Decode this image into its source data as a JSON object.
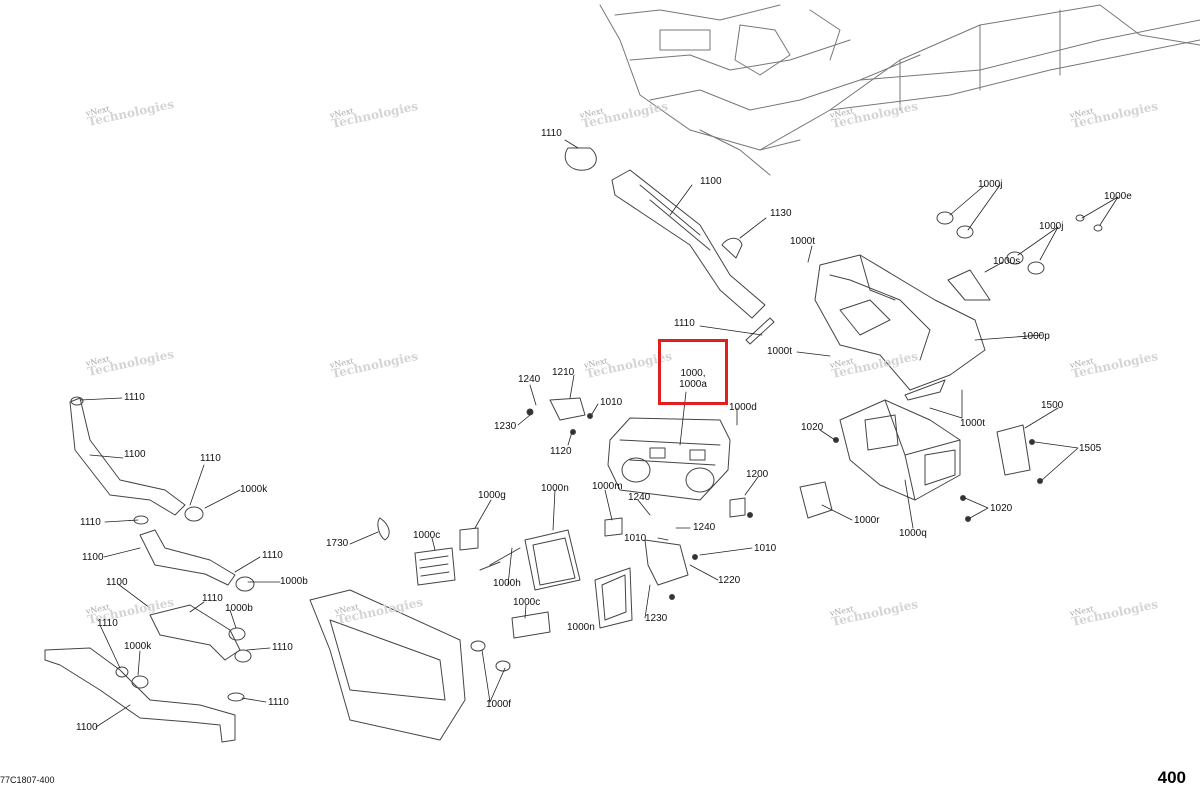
{
  "diagram": {
    "highlight_label": "1000,\n1000a",
    "watermark": {
      "line1": "vNext",
      "line2": "Technologies"
    },
    "watermarks": [
      1,
      2,
      3,
      4,
      5,
      6,
      7,
      8,
      9,
      10,
      11,
      12,
      13,
      14
    ],
    "callouts": [
      {
        "id": "c1110a",
        "text": "1110"
      },
      {
        "id": "c1100a",
        "text": "1100"
      },
      {
        "id": "c1130",
        "text": "1130"
      },
      {
        "id": "c1110b",
        "text": "1110"
      },
      {
        "id": "c1000t_a",
        "text": "1000t"
      },
      {
        "id": "c1000t_b",
        "text": "1000t"
      },
      {
        "id": "c1000t_c",
        "text": "1000t"
      },
      {
        "id": "c1000j_a",
        "text": "1000j"
      },
      {
        "id": "c1000j_b",
        "text": "1000j"
      },
      {
        "id": "c1000e",
        "text": "1000e"
      },
      {
        "id": "c1000s",
        "text": "1000s"
      },
      {
        "id": "c1000p",
        "text": "1000p"
      },
      {
        "id": "c1240a",
        "text": "1240"
      },
      {
        "id": "c1210",
        "text": "1210"
      },
      {
        "id": "c1010a",
        "text": "1010"
      },
      {
        "id": "c1230a",
        "text": "1230"
      },
      {
        "id": "c1120",
        "text": "1120"
      },
      {
        "id": "c1000d",
        "text": "1000d"
      },
      {
        "id": "c1020a",
        "text": "1020"
      },
      {
        "id": "c1200",
        "text": "1200"
      },
      {
        "id": "c1500",
        "text": "1500"
      },
      {
        "id": "c1505",
        "text": "1505"
      },
      {
        "id": "c1000r",
        "text": "1000r"
      },
      {
        "id": "c1000q",
        "text": "1000q"
      },
      {
        "id": "c1020b",
        "text": "1020"
      },
      {
        "id": "c1000g",
        "text": "1000g"
      },
      {
        "id": "c1000n_a",
        "text": "1000n"
      },
      {
        "id": "c1000m",
        "text": "1000m"
      },
      {
        "id": "c1240b",
        "text": "1240"
      },
      {
        "id": "c1240c",
        "text": "1240"
      },
      {
        "id": "c1010b",
        "text": "1010"
      },
      {
        "id": "c1010c",
        "text": "1010"
      },
      {
        "id": "c1730",
        "text": "1730"
      },
      {
        "id": "c1000c_a",
        "text": "1000c"
      },
      {
        "id": "c1000h",
        "text": "1000h"
      },
      {
        "id": "c1220",
        "text": "1220"
      },
      {
        "id": "c1000c_b",
        "text": "1000c"
      },
      {
        "id": "c1000n_b",
        "text": "1000n"
      },
      {
        "id": "c1230b",
        "text": "1230"
      },
      {
        "id": "c1000f",
        "text": "1000f"
      },
      {
        "id": "c1110c",
        "text": "1110"
      },
      {
        "id": "c1100b",
        "text": "1100"
      },
      {
        "id": "c1110d",
        "text": "1110"
      },
      {
        "id": "c1000k_a",
        "text": "1000k"
      },
      {
        "id": "c1110e",
        "text": "1110"
      },
      {
        "id": "c1100c",
        "text": "1100"
      },
      {
        "id": "c1110f",
        "text": "1110"
      },
      {
        "id": "c1000b_a",
        "text": "1000b"
      },
      {
        "id": "c1100d",
        "text": "1100"
      },
      {
        "id": "c1110g",
        "text": "1110"
      },
      {
        "id": "c1000b_b",
        "text": "1000b"
      },
      {
        "id": "c1110h",
        "text": "1110"
      },
      {
        "id": "c1000k_b",
        "text": "1000k"
      },
      {
        "id": "c1110i",
        "text": "1110"
      },
      {
        "id": "c1110j",
        "text": "1110"
      },
      {
        "id": "c1100e",
        "text": "1100"
      }
    ]
  },
  "footer": {
    "code": "77C1807-400",
    "page": "400"
  }
}
